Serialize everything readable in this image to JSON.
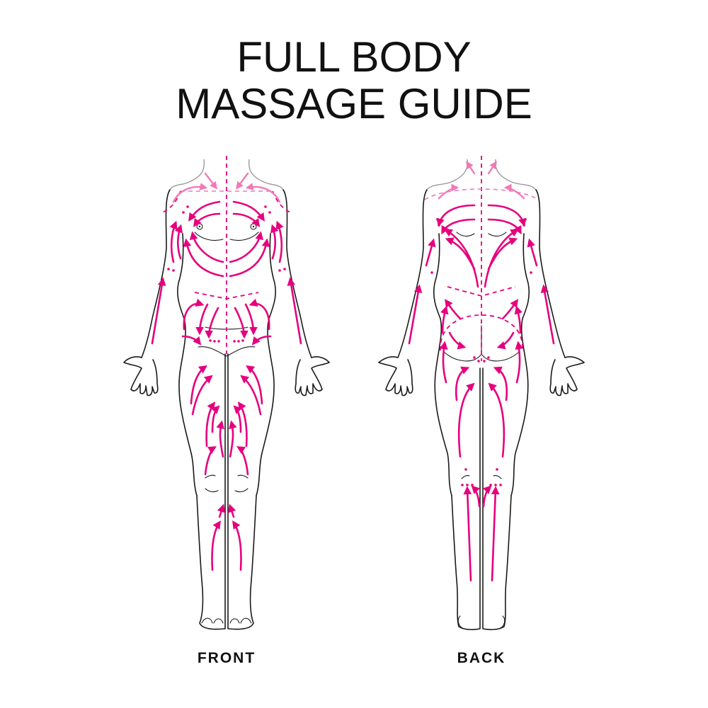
{
  "title": {
    "line1": "FULL BODY",
    "line2": "MASSAGE GUIDE"
  },
  "figures": [
    {
      "id": "front",
      "label": "FRONT"
    },
    {
      "id": "back",
      "label": "BACK"
    }
  ],
  "colors": {
    "stroke_accent": "#e6007e",
    "stroke_accent_light": "#f07ab8",
    "outline": "#1a1a1a",
    "background": "#ffffff"
  },
  "legend_icons": {
    "arrow": "massage-direction-arrow-icon",
    "dashed_line": "massage-zone-boundary-icon",
    "dots": "pressure-point-icon"
  }
}
